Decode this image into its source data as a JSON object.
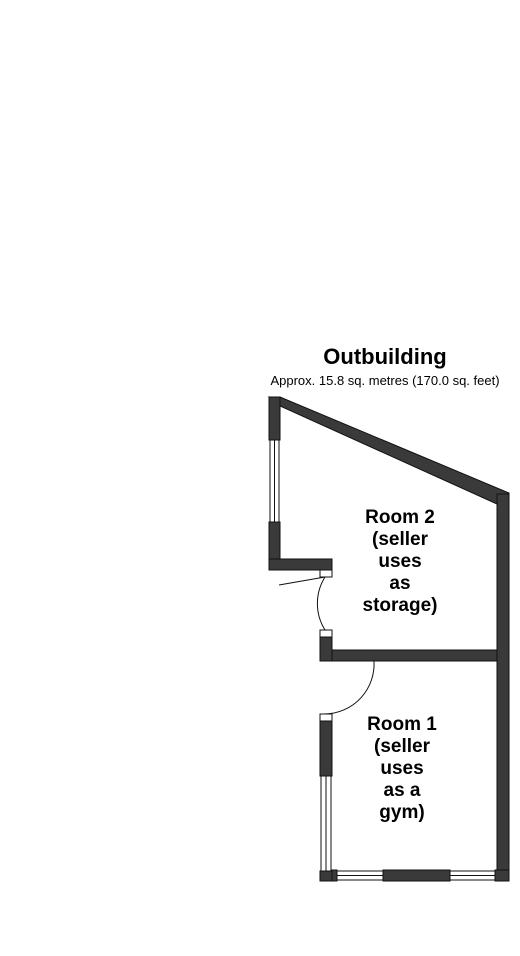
{
  "building": {
    "title": "Outbuilding",
    "area": "Approx. 15.8 sq. metres (170.0 sq. feet)"
  },
  "rooms": {
    "room2": {
      "lines": [
        "Room 2",
        "(seller",
        "uses",
        "as",
        "storage)"
      ]
    },
    "room1": {
      "lines": [
        "Room 1",
        "(seller",
        "uses",
        "as a",
        "gym)"
      ]
    }
  },
  "colors": {
    "wall": "#3a3a3a",
    "wall_edge": "#111111",
    "window": "#ffffff",
    "background": "#ffffff"
  }
}
